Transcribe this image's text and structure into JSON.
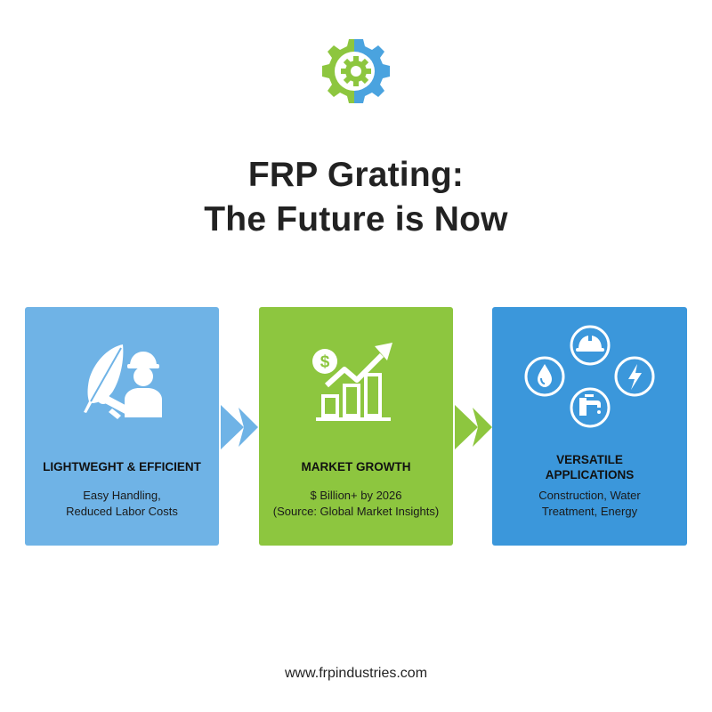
{
  "page": {
    "title_line1": "FRP Grating:",
    "title_line2": "The Future is Now",
    "footer_url": "www.frpindustries.com"
  },
  "colors": {
    "card_blue_light": "#6FB3E6",
    "card_green": "#8DC63F",
    "card_blue": "#3B97DB",
    "logo_green": "#8DC63F",
    "logo_blue": "#4AA3DF",
    "text_dark": "#222222"
  },
  "cards": [
    {
      "heading": "LIGHTWEGHT & EFFICIENT",
      "body_line1": "Easy Handling,",
      "body_line2": "Reduced Labor Costs",
      "icons": [
        "feather-icon",
        "construction-worker-icon",
        "wrench-icon"
      ]
    },
    {
      "heading": "MARKET GROWTH",
      "body_line1": "$ Billion+ by 2026",
      "body_line2": "(Source: Global Market Insights)",
      "icons": [
        "dollar-icon",
        "growth-arrow-icon",
        "bar-chart-icon"
      ]
    },
    {
      "heading_line1": "VERSATILE",
      "heading_line2": "APPLICATIONS",
      "body_line1": "Construction, Water",
      "body_line2": "Treatment, Energy",
      "icons": [
        "hard-hat-icon",
        "water-drop-icon",
        "lightning-icon",
        "water-tap-icon"
      ]
    }
  ],
  "logo_icon": "gear-icon"
}
